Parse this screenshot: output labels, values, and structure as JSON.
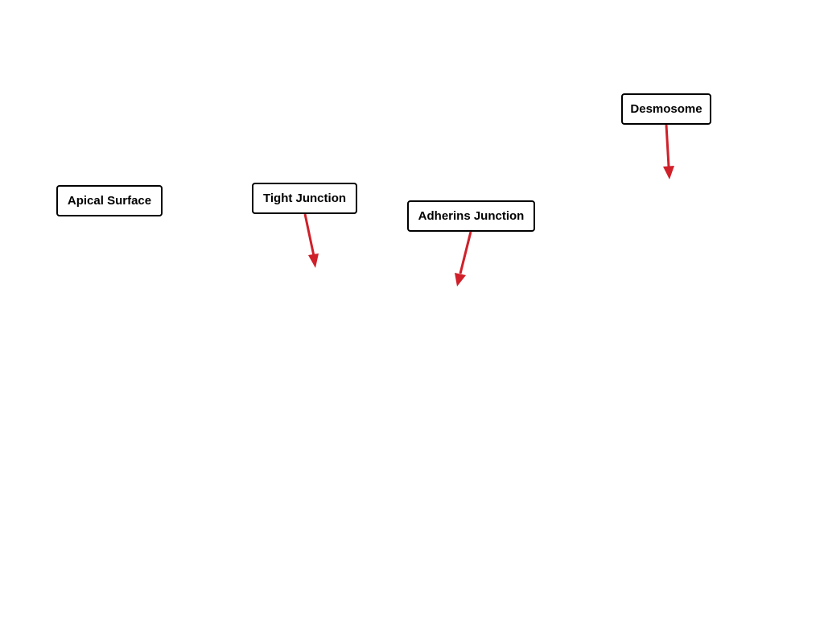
{
  "labels": {
    "apical_surface": "Apical Surface",
    "tight_junction": "Tight Junction",
    "adherins_junction": "Adherins Junction",
    "desmosome": "Desmosome"
  },
  "colors": {
    "arrow": "#d0202a",
    "box_border": "#000000",
    "background": "#ffffff"
  }
}
